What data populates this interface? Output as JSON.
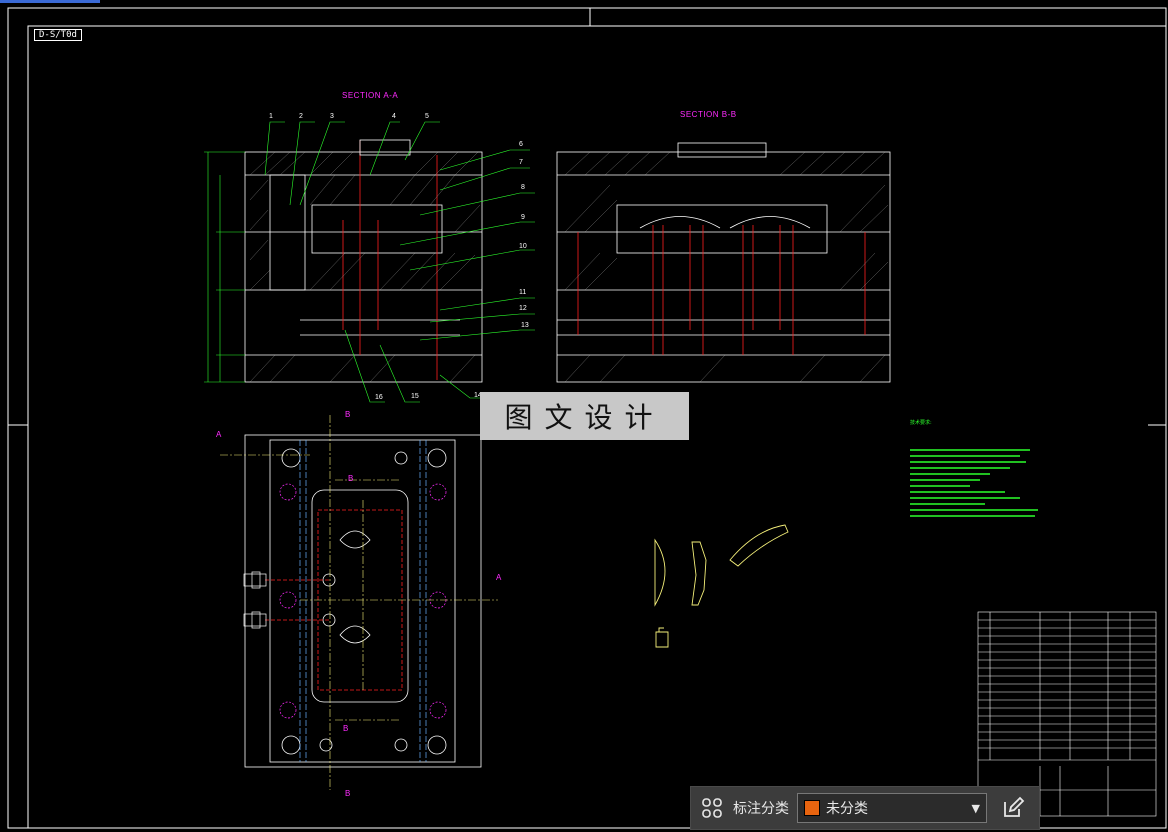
{
  "drawing": {
    "frame_tag": "D-S/T0d",
    "section_aa": "SECTION  A-A",
    "section_bb": "SECTION  B-B",
    "watermark": "图文设计",
    "callouts": [
      "1",
      "2",
      "3",
      "4",
      "5",
      "6",
      "7",
      "8",
      "9",
      "10",
      "11",
      "12",
      "13",
      "14",
      "15",
      "16"
    ],
    "cut_labels": {
      "a": "A",
      "b": "B"
    },
    "notes_title": "技术要求:",
    "note_count": 12
  },
  "toolbar": {
    "grid_icon": "grid-icon",
    "label": "标注分类",
    "selected": "未分类",
    "selected_color": "#e8640f",
    "edit_icon": "edit-icon"
  },
  "colors": {
    "background": "#000000",
    "line": "#ffffff",
    "dim": "#2cff2c",
    "red": "#ff2020",
    "magenta": "#ff2bff",
    "yellow": "#f5f07a",
    "cyan": "#6ab0ff"
  }
}
